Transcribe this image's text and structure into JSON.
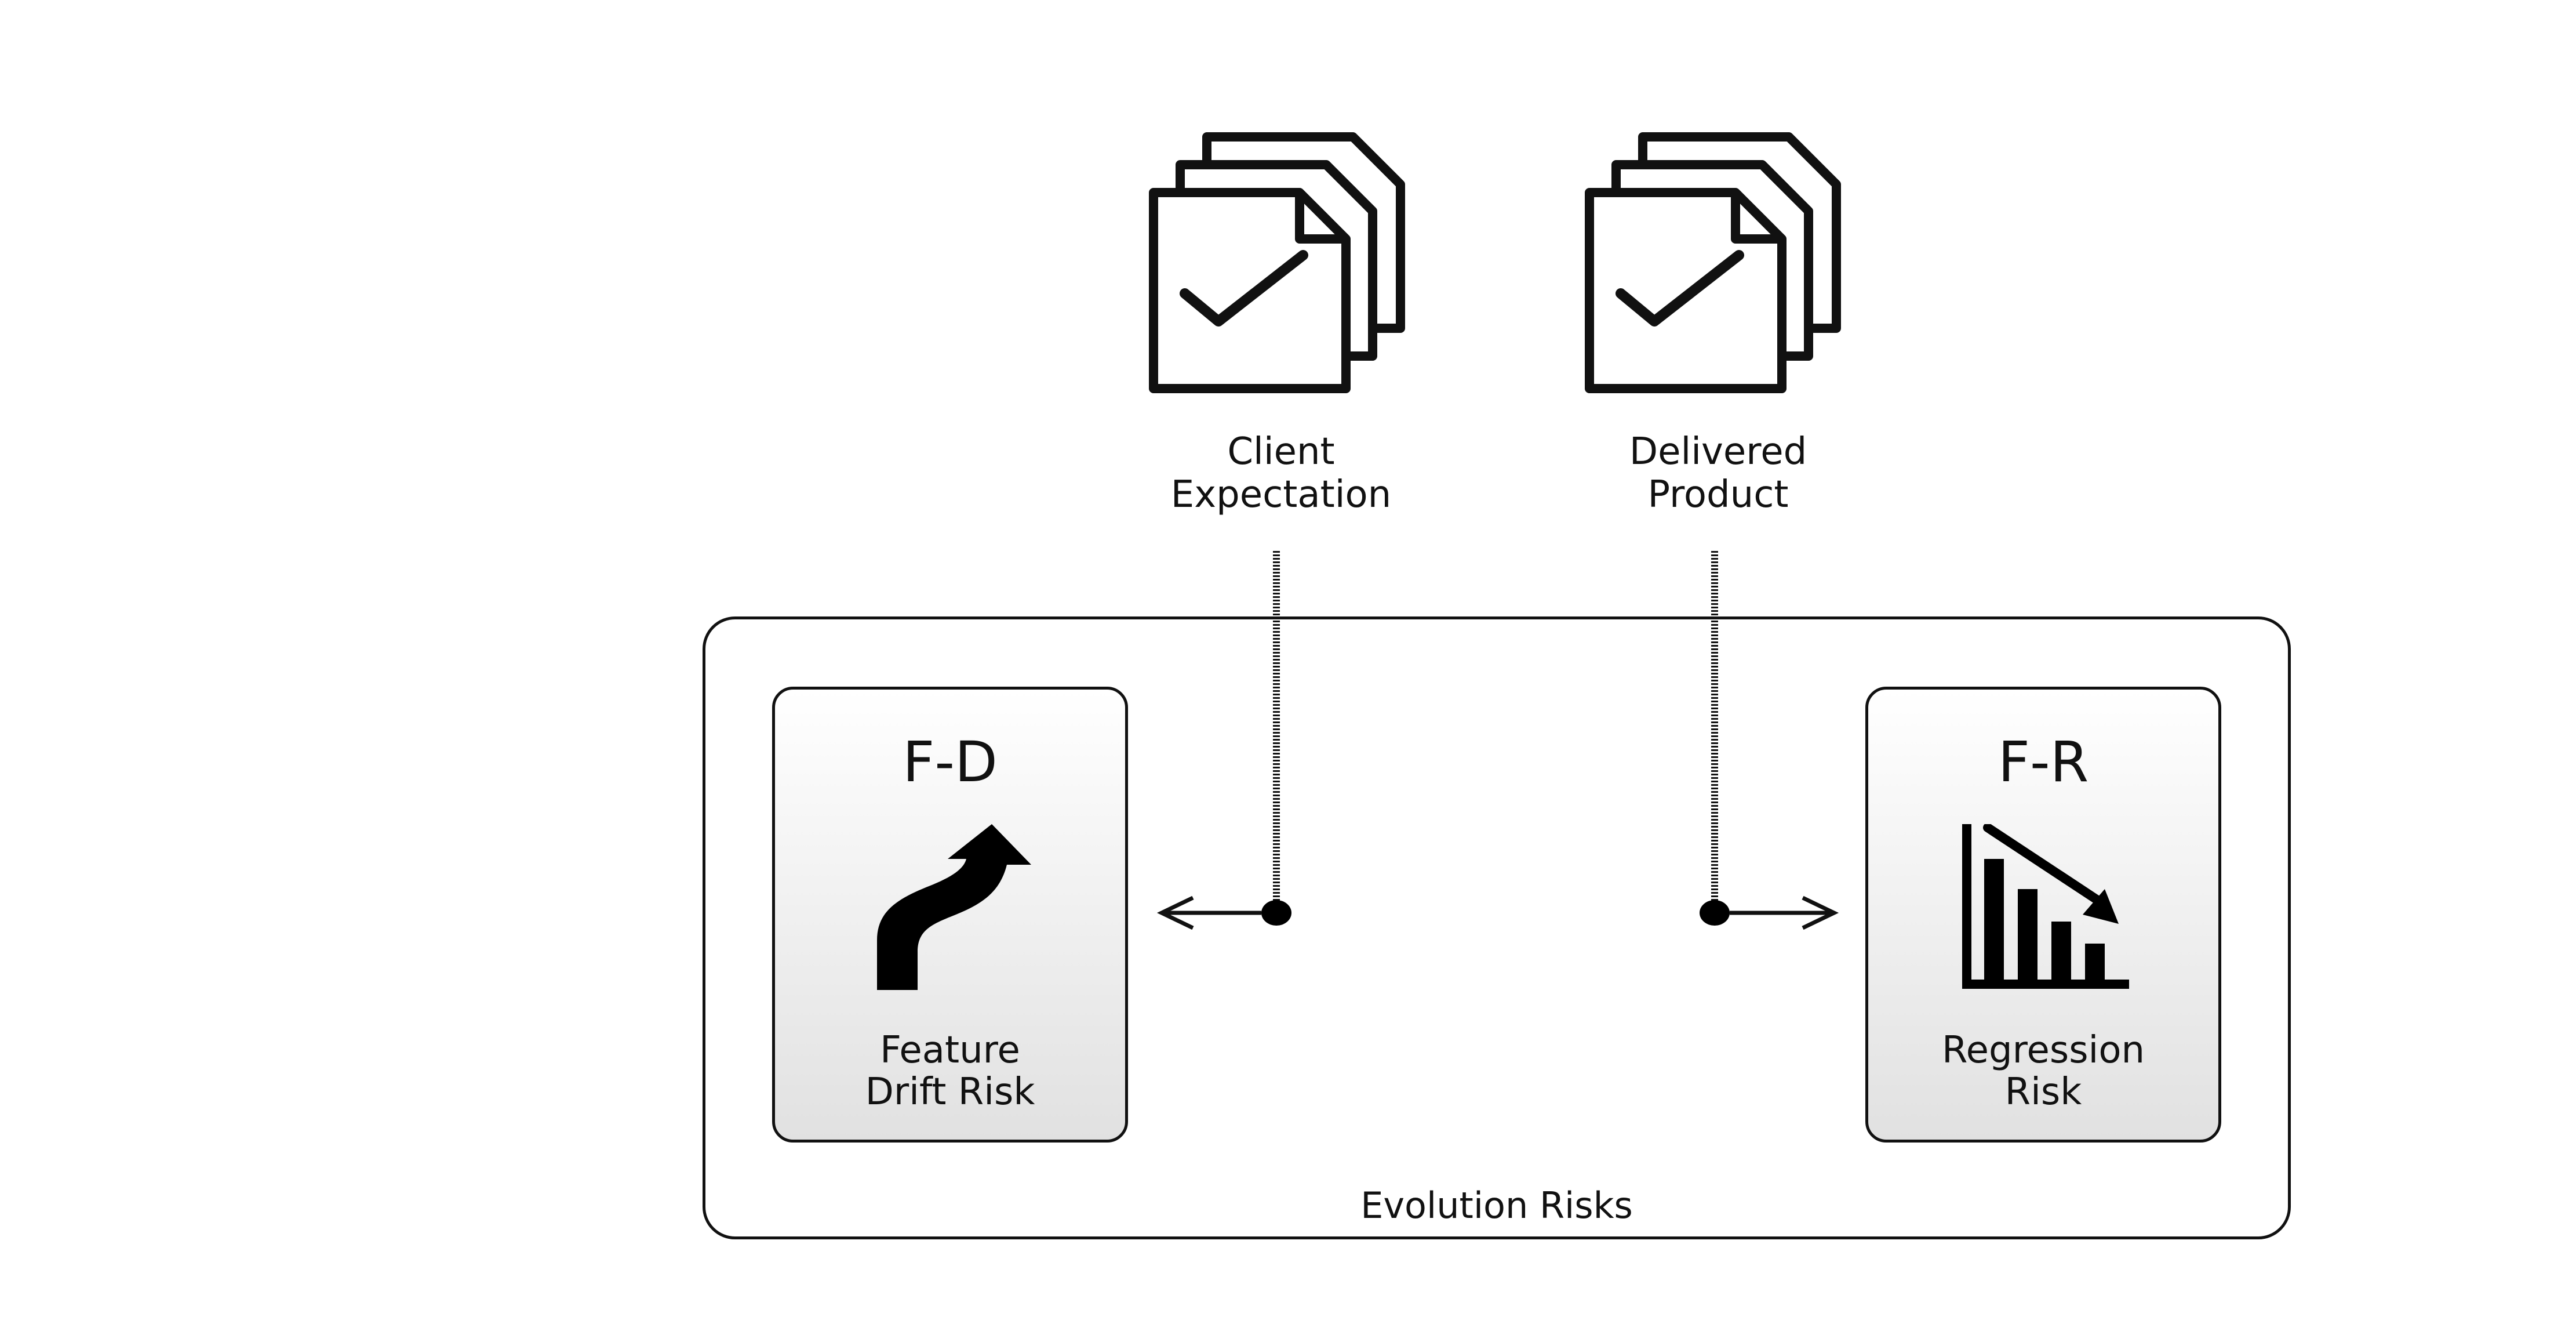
{
  "documents": [
    {
      "label_line1": "Client",
      "label_line2": "Expectation"
    },
    {
      "label_line1": "Delivered",
      "label_line2": "Product"
    }
  ],
  "container": {
    "label": "Evolution Risks"
  },
  "cards": [
    {
      "code": "F-D",
      "name_line1": "Feature",
      "name_line2": "Drift Risk",
      "icon": "curved-up-arrow-icon"
    },
    {
      "code": "F-R",
      "name_line1": "Regression",
      "name_line2": "Risk",
      "icon": "declining-bar-chart-icon"
    }
  ]
}
